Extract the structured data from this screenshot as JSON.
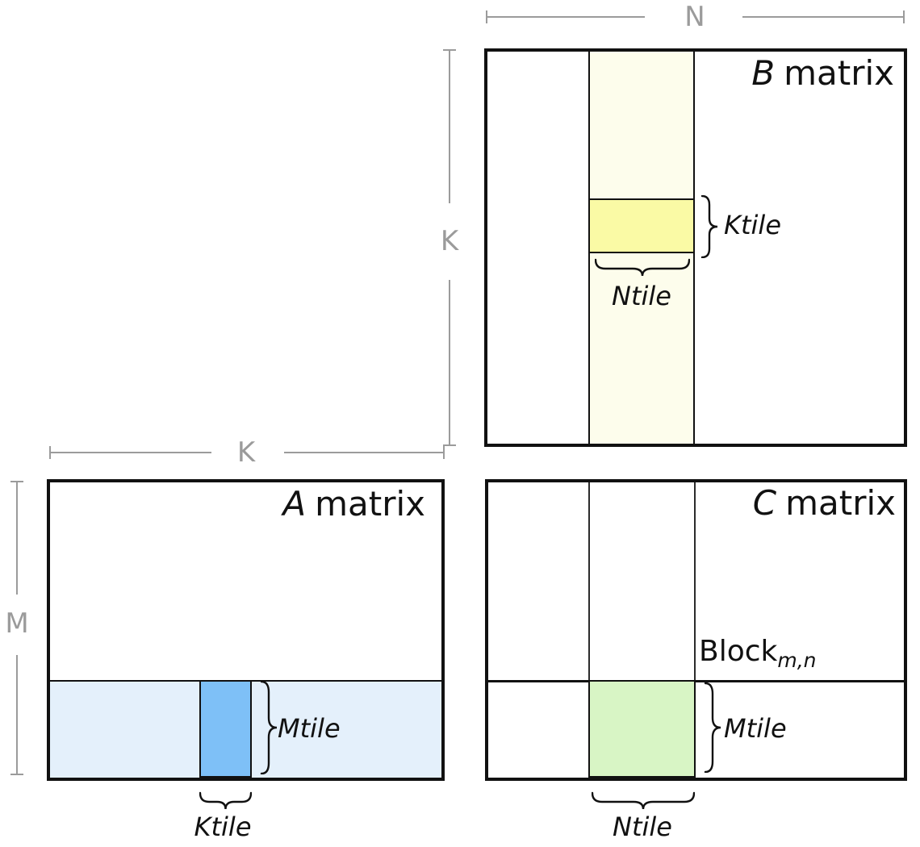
{
  "diagram": {
    "dimensions": {
      "n_label": "N",
      "k_b_label": "K",
      "k_a_label": "K",
      "m_label": "M"
    },
    "b_matrix": {
      "name_letter": "B",
      "name_rest": "matrix",
      "ktile_label": "Ktile",
      "ntile_label": "Ntile"
    },
    "a_matrix": {
      "name_letter": "A",
      "name_rest": "matrix",
      "mtile_label": "Mtile",
      "ktile_label": "Ktile"
    },
    "c_matrix": {
      "name_letter": "C",
      "name_rest": "matrix",
      "block_base": "Block",
      "block_subscript": "m,n",
      "mtile_label": "Mtile",
      "ntile_label": "Ntile"
    },
    "colors": {
      "b_strip_fill": "#FDFDEC",
      "b_tile_fill": "#FAFAA5",
      "a_strip_fill": "#E4F0FB",
      "a_tile_fill": "#7EC0F7",
      "c_tile_fill": "#D8F5C5",
      "dimension_gray": "#9B9B9B",
      "line_black": "#111111",
      "background": "#FFFFFF"
    }
  }
}
